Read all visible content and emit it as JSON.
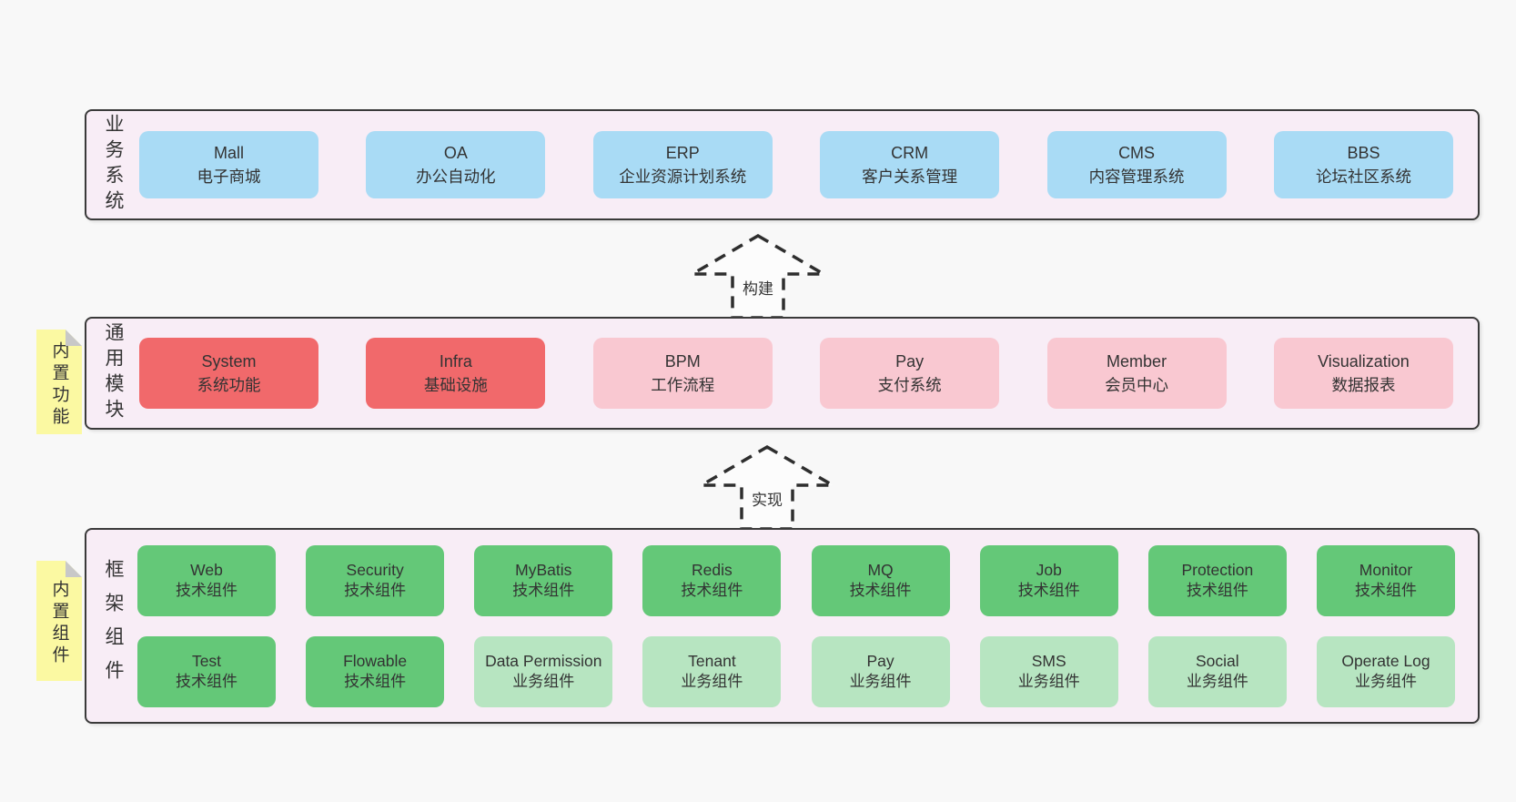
{
  "colors": {
    "page_bg": "#f8f8f8",
    "band_bg": "#f8edf6",
    "band_border": "#3a3a3a",
    "box_blue": "#a9dbf5",
    "box_red": "#f1696b",
    "box_pink": "#f9c8d1",
    "box_green": "#64c878",
    "box_light_green": "#b7e5c1",
    "sticky_yellow": "#fbf9a2",
    "sticky_fold": "#c8c8c8",
    "text": "#333333",
    "arrow_stroke": "#2e2e2e",
    "arrow_fill": "#fcfcfc"
  },
  "arrows": [
    {
      "label": "构建"
    },
    {
      "label": "实现"
    }
  ],
  "bands": [
    {
      "label": "业务系统",
      "boxes": [
        {
          "title": "Mall",
          "subtitle": "电子商城"
        },
        {
          "title": "OA",
          "subtitle": "办公自动化"
        },
        {
          "title": "ERP",
          "subtitle": "企业资源计划系统"
        },
        {
          "title": "CRM",
          "subtitle": "客户关系管理"
        },
        {
          "title": "CMS",
          "subtitle": "内容管理系统"
        },
        {
          "title": "BBS",
          "subtitle": "论坛社区系统"
        }
      ]
    },
    {
      "label": "通用模块",
      "sticky": "内置功能",
      "boxes": [
        {
          "title": "System",
          "subtitle": "系统功能"
        },
        {
          "title": "Infra",
          "subtitle": "基础设施"
        },
        {
          "title": "BPM",
          "subtitle": "工作流程"
        },
        {
          "title": "Pay",
          "subtitle": "支付系统"
        },
        {
          "title": "Member",
          "subtitle": "会员中心"
        },
        {
          "title": "Visualization",
          "subtitle": "数据报表"
        }
      ]
    },
    {
      "label": "框架组件",
      "sticky": "内置组件",
      "rows": [
        [
          {
            "title": "Web",
            "subtitle": "技术组件"
          },
          {
            "title": "Security",
            "subtitle": "技术组件"
          },
          {
            "title": "MyBatis",
            "subtitle": "技术组件"
          },
          {
            "title": "Redis",
            "subtitle": "技术组件"
          },
          {
            "title": "MQ",
            "subtitle": "技术组件"
          },
          {
            "title": "Job",
            "subtitle": "技术组件"
          },
          {
            "title": "Protection",
            "subtitle": "技术组件"
          },
          {
            "title": "Monitor",
            "subtitle": "技术组件"
          }
        ],
        [
          {
            "title": "Test",
            "subtitle": "技术组件"
          },
          {
            "title": "Flowable",
            "subtitle": "技术组件"
          },
          {
            "title": "Data Permission",
            "subtitle": "业务组件"
          },
          {
            "title": "Tenant",
            "subtitle": "业务组件"
          },
          {
            "title": "Pay",
            "subtitle": "业务组件"
          },
          {
            "title": "SMS",
            "subtitle": "业务组件"
          },
          {
            "title": "Social",
            "subtitle": "业务组件"
          },
          {
            "title": "Operate Log",
            "subtitle": "业务组件"
          }
        ]
      ]
    }
  ]
}
